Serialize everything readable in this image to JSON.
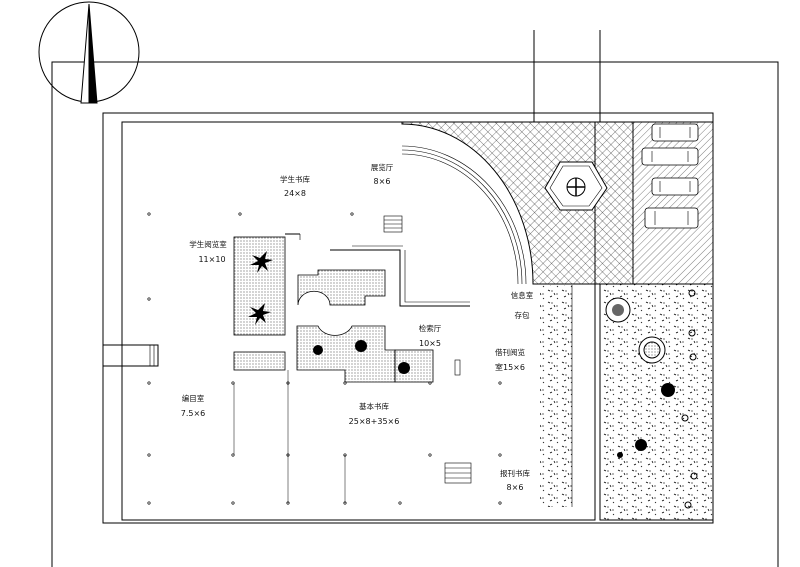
{
  "north_arrow": {
    "icon": "north-arrow-icon"
  },
  "rooms": [
    {
      "id": "student-stacks",
      "name": "学生书库",
      "size": "24×8"
    },
    {
      "id": "exhibition-hall",
      "name": "展览厅",
      "size": "8×6"
    },
    {
      "id": "student-reading",
      "name": "学生阅览室",
      "size": "11×10"
    },
    {
      "id": "info-room",
      "name": "信息室",
      "size": ""
    },
    {
      "id": "storage",
      "name": "存包",
      "size": ""
    },
    {
      "id": "catalog-hall",
      "name": "检索厅",
      "size": "10×5"
    },
    {
      "id": "periodical-reading",
      "name": "借刊阅览",
      "size": "室15×6"
    },
    {
      "id": "cataloging-room",
      "name": "编目室",
      "size": "7.5×6"
    },
    {
      "id": "basic-stacks",
      "name": "基本书库",
      "size": "25×8+35×6"
    },
    {
      "id": "periodical-stacks",
      "name": "报刊书库",
      "size": "8×6"
    }
  ],
  "colors": {
    "line": "#000000",
    "background": "#ffffff",
    "hatch": "#000000"
  }
}
